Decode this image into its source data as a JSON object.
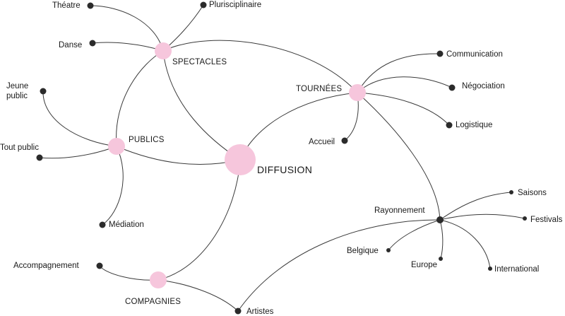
{
  "diagram": {
    "center": "DIFFUSION",
    "hubs": {
      "spectacles": "SPECTACLES",
      "tournees": "TOURNÉES",
      "publics": "PUBLICS",
      "compagnies": "COMPAGNIES"
    },
    "leaves": {
      "theatre": "Théatre",
      "pluridisciplinaire": "Plurisciplinaire",
      "danse": "Danse",
      "jeune_public_1": "Jeune",
      "jeune_public_2": "public",
      "tout_public": "Tout public",
      "mediation": "Médiation",
      "communication": "Communication",
      "negociation": "Négociation",
      "logistique": "Logistique",
      "accueil": "Accueil",
      "rayonnement": "Rayonnement",
      "saisons": "Saisons",
      "festivals": "Festivals",
      "international": "International",
      "europe": "Europe",
      "belgique": "Belgique",
      "accompagnement": "Accompagnement",
      "artistes": "Artistes"
    },
    "colors": {
      "hub": "#f6c6dc",
      "leaf": "#2b2b2b",
      "line": "#3a3a3a"
    }
  }
}
